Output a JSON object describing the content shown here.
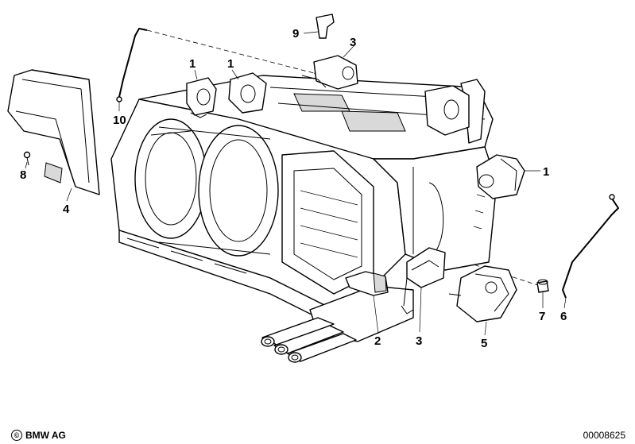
{
  "callouts": [
    {
      "id": "c1a",
      "label": "1"
    },
    {
      "id": "c1b",
      "label": "1"
    },
    {
      "id": "c1c",
      "label": "1"
    },
    {
      "id": "c2",
      "label": "2"
    },
    {
      "id": "c3a",
      "label": "3"
    },
    {
      "id": "c3b",
      "label": "3"
    },
    {
      "id": "c4",
      "label": "4"
    },
    {
      "id": "c5",
      "label": "5"
    },
    {
      "id": "c6",
      "label": "6"
    },
    {
      "id": "c7",
      "label": "7"
    },
    {
      "id": "c8",
      "label": "8"
    },
    {
      "id": "c9",
      "label": "9"
    },
    {
      "id": "c10",
      "label": "10"
    }
  ],
  "footer": {
    "copyright_symbol": "©",
    "brand": "BMW AG",
    "drawing_number": "00008625"
  }
}
